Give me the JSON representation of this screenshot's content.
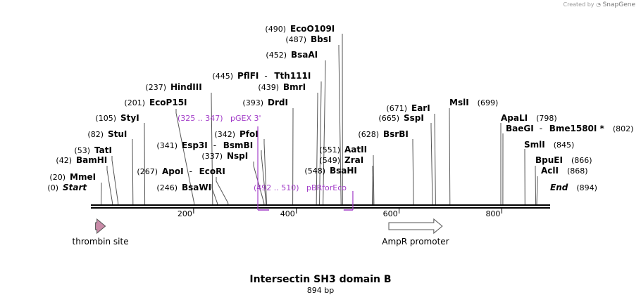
{
  "credit": {
    "prefix": "Created by",
    "brand": "SnapGene"
  },
  "sequence": {
    "name": "Intersectin SH3 domain B",
    "length_label": "894 bp",
    "length": 894
  },
  "ruler": {
    "ticks": [
      200,
      400,
      600,
      800
    ]
  },
  "sites": [
    {
      "name": "Start",
      "pos": "(0)",
      "bp": 0
    },
    {
      "name": "MmeI",
      "pos": "(20)",
      "bp": 20
    },
    {
      "name": "BamHI",
      "pos": "(42)",
      "bp": 42
    },
    {
      "name": "TatI",
      "pos": "(53)",
      "bp": 53
    },
    {
      "name": "StuI",
      "pos": "(82)",
      "bp": 82
    },
    {
      "name": "StyI",
      "pos": "(105)",
      "bp": 105
    },
    {
      "name": "EcoP15I",
      "pos": "(201)",
      "bp": 201
    },
    {
      "name": "HindIII",
      "pos": "(237)",
      "bp": 237
    },
    {
      "name": "BsaWI",
      "pos": "(246)",
      "bp": 246
    },
    {
      "name": "ApoI",
      "pos": "(267)",
      "bp": 267,
      "extra": "EcoRI"
    },
    {
      "name": "NspI",
      "pos": "(337)",
      "bp": 337
    },
    {
      "name": "Esp3I",
      "pos": "(341)",
      "bp": 341,
      "extra": "BsmBI"
    },
    {
      "name": "PfoI",
      "pos": "(342)",
      "bp": 342
    },
    {
      "name": "DrdI",
      "pos": "(393)",
      "bp": 393
    },
    {
      "name": "BmrI",
      "pos": "(439)",
      "bp": 439
    },
    {
      "name": "PflFI",
      "pos": "(445)",
      "bp": 445,
      "extra": "Tth111I"
    },
    {
      "name": "BsaAI",
      "pos": "(452)",
      "bp": 452
    },
    {
      "name": "BbsI",
      "pos": "(487)",
      "bp": 487
    },
    {
      "name": "EcoO109I",
      "pos": "(490)",
      "bp": 490
    },
    {
      "name": "BsaHI",
      "pos": "(548)",
      "bp": 548
    },
    {
      "name": "ZraI",
      "pos": "(549)",
      "bp": 549
    },
    {
      "name": "AatII",
      "pos": "(551)",
      "bp": 551
    },
    {
      "name": "BsrBI",
      "pos": "(628)",
      "bp": 628
    },
    {
      "name": "SspI",
      "pos": "(665)",
      "bp": 665
    },
    {
      "name": "EarI",
      "pos": "(671)",
      "bp": 671
    },
    {
      "name": "MslI",
      "pos": "(699)",
      "bp": 699
    },
    {
      "name": "ApaLI",
      "pos": "(798)",
      "bp": 798
    },
    {
      "name": "BaeGI",
      "pos": "(802)",
      "bp": 802,
      "extra": "Bme1580I *"
    },
    {
      "name": "SmlI",
      "pos": "(845)",
      "bp": 845
    },
    {
      "name": "BpuEI",
      "pos": "(866)",
      "bp": 866
    },
    {
      "name": "AclI",
      "pos": "(868)",
      "bp": 868
    },
    {
      "name": "End",
      "pos": "(894)",
      "bp": 894
    }
  ],
  "primers": [
    {
      "name": "pGEX 3'",
      "range": "(325 .. 347)",
      "start": 325,
      "end": 347,
      "strand": "reverse"
    },
    {
      "name": "pBRforEco",
      "range": "(492 .. 510)",
      "start": 492,
      "end": 510,
      "strand": "forward"
    }
  ],
  "features": [
    {
      "name": "thrombin site",
      "start": 9,
      "end": 27,
      "color": "#c98ba8"
    },
    {
      "name": "AmpR promoter",
      "start": 580,
      "end": 684,
      "color": "#ffffff"
    }
  ],
  "colors": {
    "primer": "#a23cc8",
    "backbone": "#000000"
  }
}
